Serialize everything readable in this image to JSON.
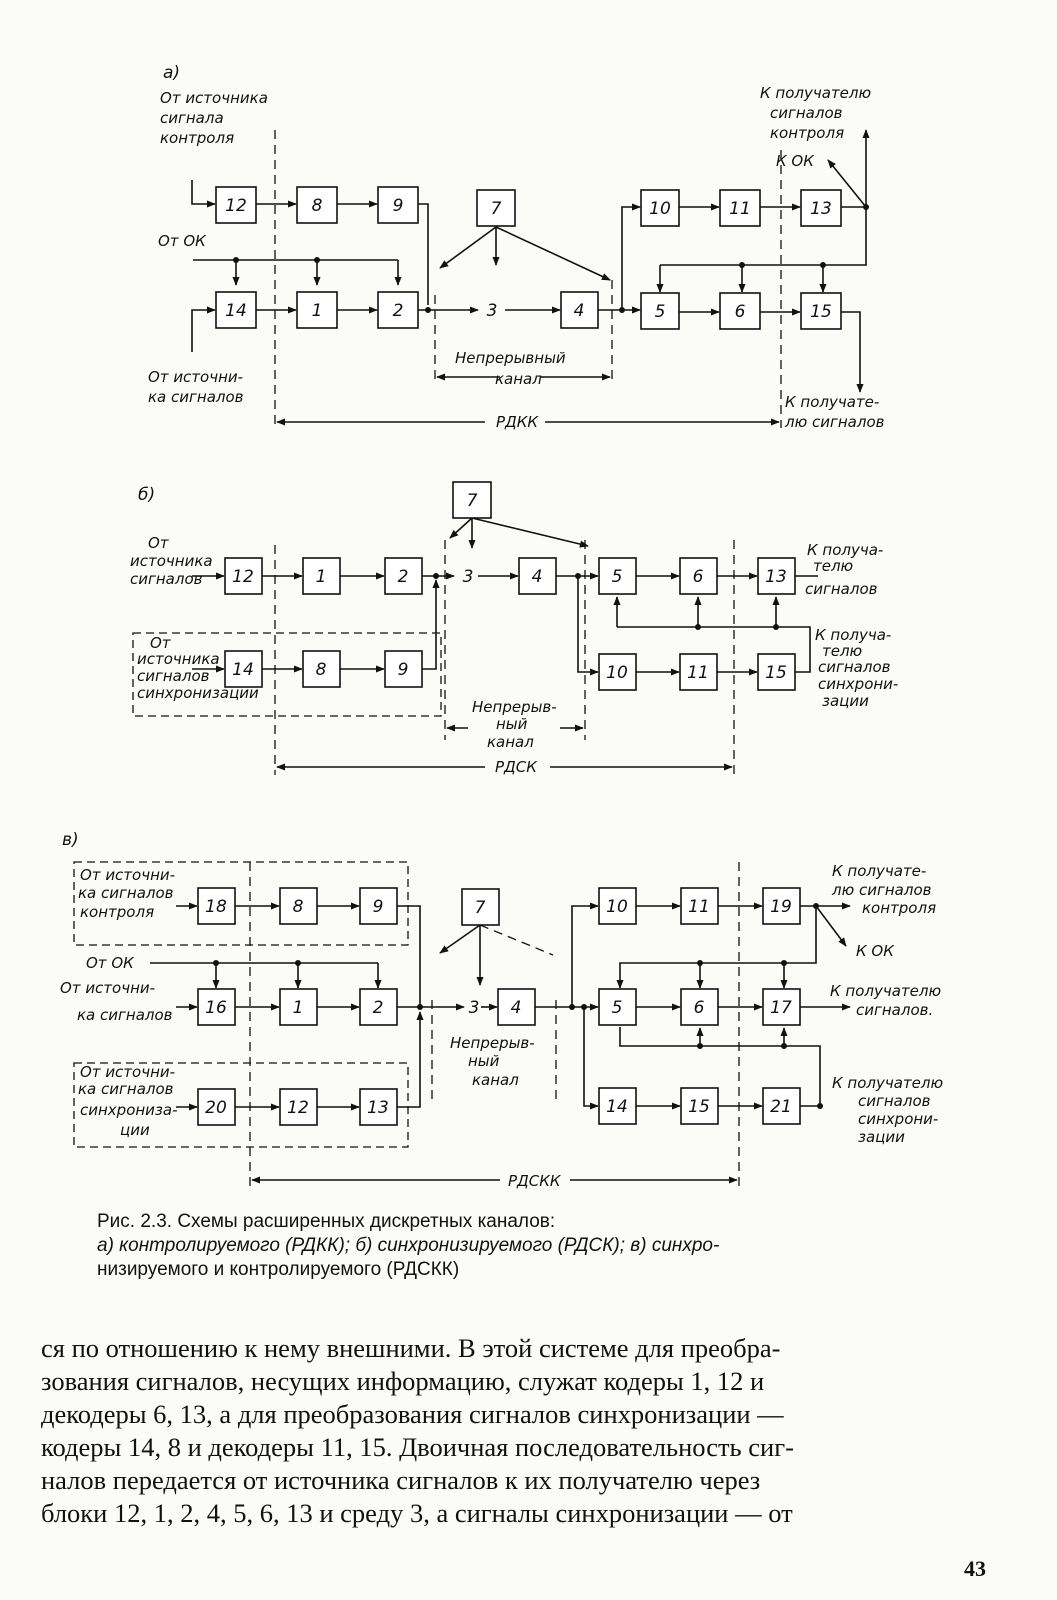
{
  "figure": {
    "a": {
      "part": "а)",
      "src_control": [
        "От источника",
        "сигнала",
        "контроля"
      ],
      "from_ok": "От ОК",
      "src_signals": [
        "От источни-",
        "ка сигналов"
      ],
      "to_control": [
        "К получателю",
        "сигналов",
        "контроля"
      ],
      "k_ok": "К ОК",
      "to_signals": [
        "К получате-",
        "лю сигналов"
      ],
      "channel": [
        "Непрерывный",
        "канал"
      ],
      "span": "РДКК",
      "blocks": [
        "12",
        "8",
        "9",
        "14",
        "1",
        "2",
        "7",
        "3",
        "4",
        "10",
        "11",
        "13",
        "5",
        "6",
        "15"
      ]
    },
    "b": {
      "part": "б)",
      "src_signals": [
        "От",
        "источника",
        "сигналов"
      ],
      "src_sync": [
        "От",
        "источника",
        "сигналов",
        "синхронизации"
      ],
      "to_signals": [
        "К получа-",
        "телю",
        "сигналов"
      ],
      "to_sync": [
        "К получа-",
        "телю",
        "сигналов",
        "синхрони-",
        "зации"
      ],
      "channel": [
        "Непрерыв-",
        "ный",
        "канал"
      ],
      "span": "РДСК",
      "blocks": [
        "7",
        "12",
        "1",
        "2",
        "3",
        "4",
        "5",
        "6",
        "13",
        "14",
        "8",
        "9",
        "10",
        "11",
        "15"
      ]
    },
    "c": {
      "part": "в)",
      "src_control": [
        "От источни-",
        "ка сигналов",
        "контроля"
      ],
      "from_ok": "От ОК",
      "src_signals": [
        "От источни-",
        "ка сигналов"
      ],
      "src_sync": [
        "От источни-",
        "ка сигналов",
        "синхронизa-",
        "ции"
      ],
      "to_control": [
        "К получате-",
        "лю сигналов",
        "контроля"
      ],
      "k_ok": "К ОК",
      "to_signals": [
        "К получателю",
        "сигналов."
      ],
      "to_sync": [
        "К получателю",
        "сигналов",
        "синхрони-",
        "зации"
      ],
      "channel": [
        "Непрерыв-",
        "ный",
        "канал"
      ],
      "span": "РДСКК",
      "blocks": [
        "18",
        "8",
        "9",
        "7",
        "10",
        "11",
        "19",
        "16",
        "1",
        "2",
        "3",
        "4",
        "5",
        "6",
        "17",
        "20",
        "12",
        "13",
        "14",
        "15",
        "21"
      ]
    }
  },
  "caption": {
    "line1": "Рис. 2.3. Схемы расширенных дискретных каналов:",
    "line2": "а) контролируемого (РДКК); б) синхронизируемого (РДСК); в) синхро-",
    "line3": "низируемого и контролируемого (РДСКК)"
  },
  "body": {
    "line1": "ся по отношению к нему внешними. В этой системе для преобра-",
    "line2": "зования сигналов, несущих информацию, служат кодеры 1, 12 и",
    "line3": "декодеры 6, 13, а для преобразования сигналов синхронизации —",
    "line4": "кодеры 14, 8 и декодеры 11, 15. Двоичная последовательность сиг-",
    "line5": "налов передается от источника сигналов к их получателю через",
    "line6": "блоки 12, 1, 2, 4, 5, 6, 13 и среду 3, а сигналы синхронизации — от"
  },
  "page_number": "43"
}
